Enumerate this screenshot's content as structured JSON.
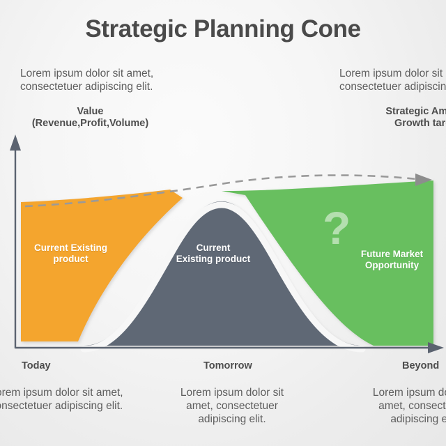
{
  "slide": {
    "title": "Strategic Planning Cone",
    "background_color": "#f2f2f2"
  },
  "annotations": {
    "top_left_paragraph": "Lorem ipsum dolor sit amet,\nconsectetuer adipiscing elit.",
    "top_left_heading": "Value\n(Revenue,Profit,Volume)",
    "top_right_paragraph": "Lorem ipsum dolor sit amet,\nconsectetuer adipiscing elit.",
    "top_right_heading": "Strategic Ambition\nGrowth targets",
    "bottom_left_paragraph": "Lorem ipsum dolor sit amet, consectetuer adipiscing elit.",
    "bottom_center_paragraph": "Lorem ipsum dolor sit amet, consectetuer adipiscing elit.",
    "bottom_right_paragraph": "Lorem ipsum dolor sit amet, consectetuer adipiscing elit."
  },
  "axis": {
    "x_labels": [
      "Today",
      "Tomorrow",
      "Beyond"
    ],
    "y_axis_title": "Value (Revenue,Profit,Volume)",
    "axis_color": "#5b6370"
  },
  "regions": [
    {
      "key": "orange",
      "label": "Current Existing\nproduct",
      "color": "#f4a52e"
    },
    {
      "key": "gray",
      "label": "Current\nExisting product",
      "color": "#5e6875"
    },
    {
      "key": "green",
      "label": "Future Market\nOpportunity",
      "color": "#68bf5e"
    }
  ],
  "icons": {
    "question_mark": "?"
  },
  "trend": {
    "style": "dashed",
    "color": "#9a9a9a",
    "arrow_head": "right-arrow"
  },
  "chart_data": {
    "type": "area",
    "title": "Strategic Planning Cone",
    "xlabel": "",
    "ylabel": "Value (Revenue,Profit,Volume)",
    "x_tick_labels": [
      "Today",
      "Tomorrow",
      "Beyond"
    ],
    "grid": false,
    "legend_position": "none",
    "series": [
      {
        "name": "Current Existing product (orange)",
        "color": "#f4a52e",
        "x_span": [
          "Today",
          "Tomorrow"
        ],
        "values": [
          48,
          45,
          40,
          30,
          14,
          0
        ]
      },
      {
        "name": "Current Existing product (gray bell)",
        "color": "#5e6875",
        "x_span": [
          "Today",
          "Beyond"
        ],
        "values": [
          0,
          18,
          52,
          82,
          100,
          96,
          74,
          40,
          12,
          0
        ]
      },
      {
        "name": "Future Market Opportunity (green)",
        "color": "#68bf5e",
        "x_span": [
          "Tomorrow",
          "Beyond"
        ],
        "values": [
          0,
          18,
          42,
          68,
          86,
          92
        ]
      },
      {
        "name": "Trend (dashed)",
        "color": "#9a9a9a",
        "style": "dashed",
        "values": [
          50,
          54,
          62,
          76,
          92,
          100,
          99,
          94,
          90
        ]
      }
    ]
  }
}
